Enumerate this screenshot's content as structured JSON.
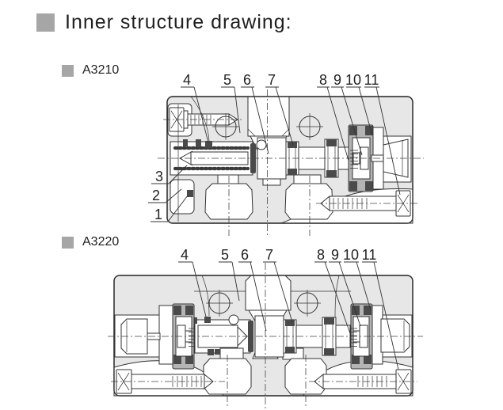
{
  "header": {
    "title": "Inner structure drawing:"
  },
  "sections": [
    {
      "model": "A3210",
      "labels_top": [
        "4",
        "5",
        "6",
        "7",
        "8",
        "9",
        "10",
        "11"
      ],
      "labels_left": [
        "3",
        "2",
        "1"
      ]
    },
    {
      "model": "A3220",
      "labels_top": [
        "4",
        "5",
        "6",
        "7",
        "8",
        "9",
        "10",
        "11"
      ]
    }
  ],
  "colors": {
    "body_fill": "#e7e7e7",
    "actuator_fill": "#b4b4b4",
    "seal_fill": "#4a4a4a",
    "line": "#333333",
    "bullet": "#a6a6a6",
    "text": "#222222"
  }
}
